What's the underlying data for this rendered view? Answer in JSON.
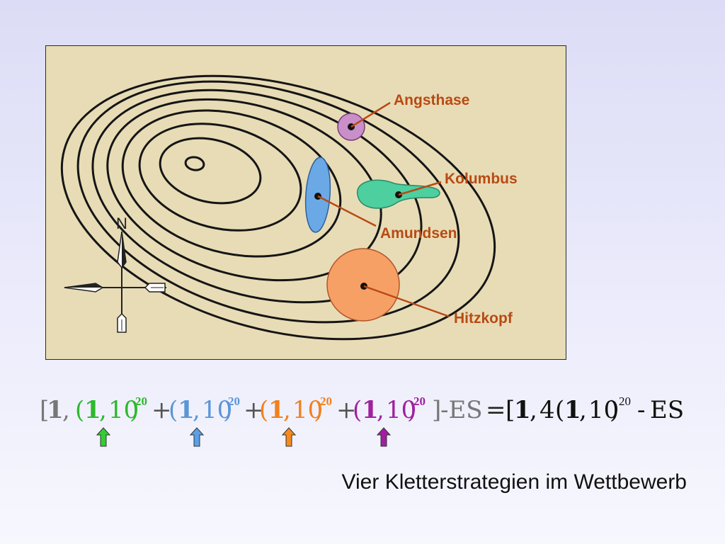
{
  "map": {
    "north_label": "N",
    "strategies": [
      {
        "name": "Angsthase",
        "color": "#c98fc9"
      },
      {
        "name": "Kolumbus",
        "color": "#4dcfa0"
      },
      {
        "name": "Amundsen",
        "color": "#6aa9e6"
      },
      {
        "name": "Hitzkopf",
        "color": "#f7a066"
      }
    ],
    "label_color": "#b84a14"
  },
  "formula": {
    "open_bracket": "[",
    "one": "1",
    "comma": ",",
    "close_bracket": "]",
    "terms": [
      {
        "open": "(",
        "one": "1",
        "comma": ",",
        "ten": "10",
        "close": ")",
        "exp": "20",
        "color": "#2eb82e"
      },
      {
        "open": "(",
        "one": "1",
        "comma": ",",
        "ten": "10",
        "close": ")",
        "exp": "20",
        "color": "#5a96d8"
      },
      {
        "open": "(",
        "one": "1",
        "comma": ",",
        "ten": "10",
        "close": ")",
        "exp": "20",
        "color": "#f08020"
      },
      {
        "open": "(",
        "one": "1",
        "comma": ",",
        "ten": "10",
        "close": ")",
        "exp": "20",
        "color": "#a020a0"
      }
    ],
    "plus": "+",
    "minus_es": "-ES",
    "equals": "=",
    "rhs_open": "[",
    "rhs_one": "1",
    "rhs_comma": ",",
    "rhs_four": "4",
    "rhs_paren_open": "(",
    "rhs_paren_one": "1",
    "rhs_paren_comma": ",",
    "rhs_ten": "10",
    "rhs_paren_close": ")",
    "rhs_exp": "20",
    "rhs_minus": "-",
    "rhs_es": "ES",
    "arrow_colors": [
      "#33cc33",
      "#5aa0e6",
      "#f58a1f",
      "#a020a0"
    ]
  },
  "caption": "Vier Kletterstrategien im Wettbewerb"
}
